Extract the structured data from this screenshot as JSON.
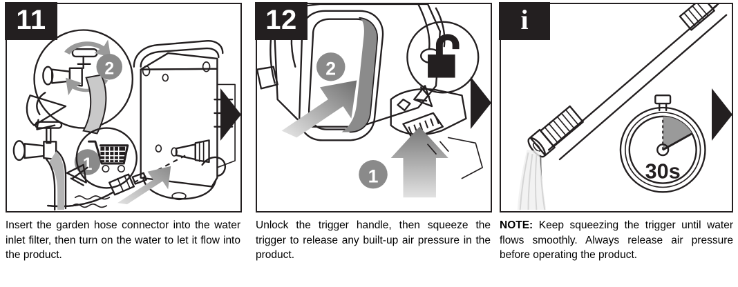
{
  "document": {
    "type": "instruction-manual-steps",
    "panel_count": 3
  },
  "panels": [
    {
      "id": "step-11",
      "badge": "11",
      "badge_kind": "number",
      "caption": "Insert the garden hose connector into the water inlet filter, then turn on the water to let it flow into the product.",
      "callouts": [
        {
          "name": "step-marker-1",
          "label": "1"
        },
        {
          "name": "step-marker-2",
          "label": "2"
        }
      ],
      "icons": [
        "shopping-cart-icon",
        "faucet-icon",
        "rotation-arrow-icon",
        "push-arrow-icon"
      ],
      "has_next_arrow": true
    },
    {
      "id": "step-12",
      "badge": "12",
      "badge_kind": "number",
      "caption": "Unlock the trigger handle, then squeeze the trigger to release any built-up air pressure in the product.",
      "callouts": [
        {
          "name": "step-marker-1",
          "label": "1"
        },
        {
          "name": "step-marker-2",
          "label": "2"
        }
      ],
      "icons": [
        "open-padlock-icon",
        "push-arrow-icon",
        "squeeze-arrow-icon"
      ],
      "has_next_arrow": true
    },
    {
      "id": "note",
      "badge": "i",
      "badge_kind": "info",
      "caption_prefix": "NOTE:",
      "caption": " Keep squeezing the trigger until water flows smoothly. Always release air pressure before operating the product.",
      "callouts": [
        {
          "name": "stopwatch-duration",
          "label": "30s"
        }
      ],
      "icons": [
        "stopwatch-icon",
        "spray-lance-icon",
        "water-stream-icon"
      ],
      "has_next_arrow": true
    }
  ],
  "colors": {
    "badge_background": "#231f20",
    "badge_text": "#ffffff",
    "line_art": "#231f20",
    "arrow_gray": "#9a9a9a",
    "marker_gray": "#8a8a8a",
    "page_background": "#ffffff"
  }
}
